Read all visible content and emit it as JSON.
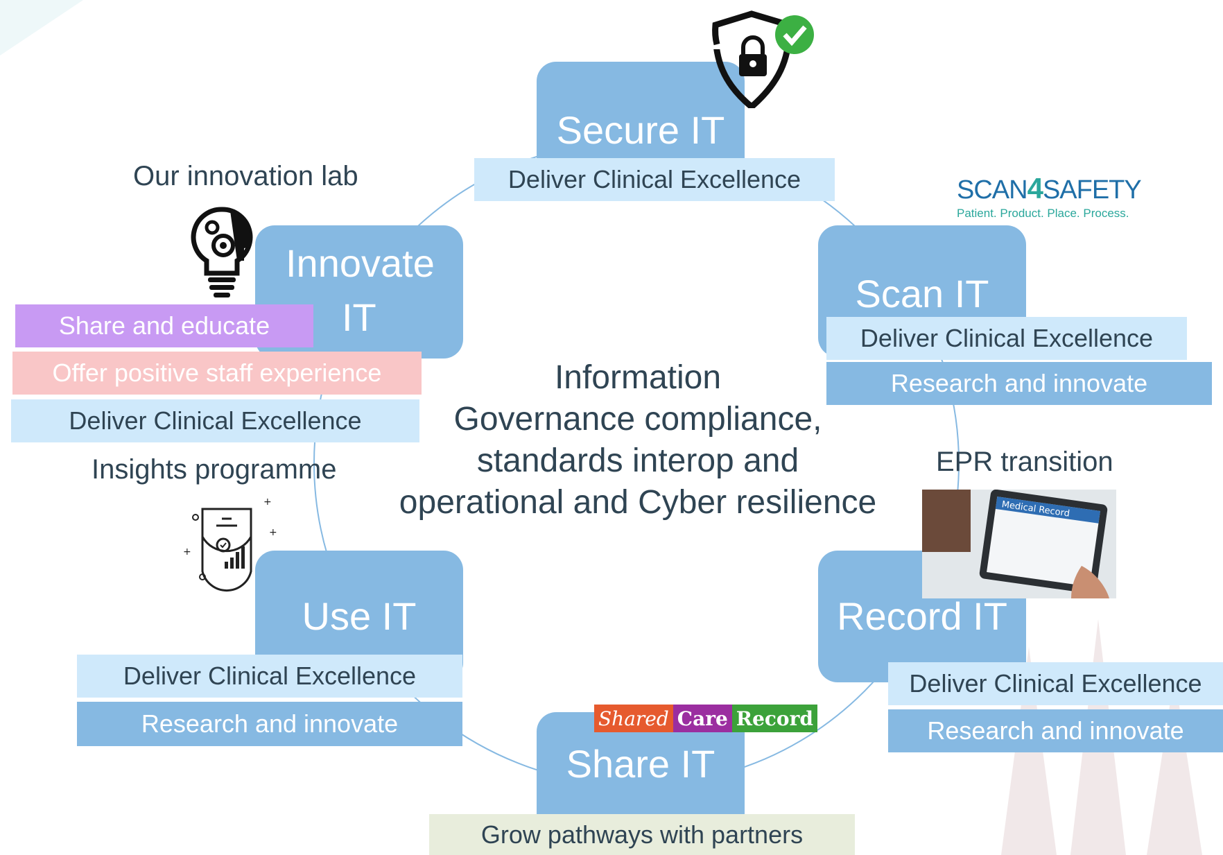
{
  "center": {
    "lines": [
      "Information",
      "Governance compliance,",
      "standards interop and",
      "operational and Cyber resilience"
    ]
  },
  "nodes": {
    "secure": {
      "title": "Secure IT",
      "bars": [
        "Deliver Clinical Excellence"
      ]
    },
    "scan": {
      "title": "Scan IT",
      "bars": [
        "Deliver Clinical Excellence",
        "Research and innovate"
      ]
    },
    "record": {
      "title": "Record IT",
      "bars": [
        "Deliver Clinical Excellence",
        "Research and innovate"
      ]
    },
    "share": {
      "title": "Share IT",
      "bars": [
        "Grow pathways with partners"
      ]
    },
    "use": {
      "title": "Use IT",
      "bars": [
        "Deliver Clinical Excellence",
        "Research and innovate"
      ]
    },
    "innovate": {
      "title_line1": "Innovate",
      "title_line2": "IT",
      "bars": [
        "Share and educate",
        "Offer positive staff experience",
        "Deliver Clinical Excellence"
      ]
    }
  },
  "labels": {
    "innovation_lab": "Our innovation lab",
    "insights": "Insights programme",
    "epr": "EPR transition"
  },
  "logos": {
    "scan4safety_main_a": "SCAN",
    "scan4safety_4": "4",
    "scan4safety_main_b": "SAFETY",
    "scan4safety_tagline": "Patient. Product. Place. Process.",
    "shared_care_record": [
      "Shared",
      "Care",
      "Record"
    ],
    "medical_record_screen": "Medical Record"
  },
  "colors": {
    "node_fill": "#86b9e2",
    "light_bar": "#cfe9fb",
    "text_dark": "#2f4453",
    "purple": "#c89af3",
    "pink": "#f9c6c7",
    "green_bar": "#e8eddc",
    "check_green": "#3cb043"
  },
  "icons": [
    "shield-lock-check-icon",
    "lightbulb-gears-icon",
    "report-chart-icon",
    "medical-record-tablet-photo"
  ]
}
